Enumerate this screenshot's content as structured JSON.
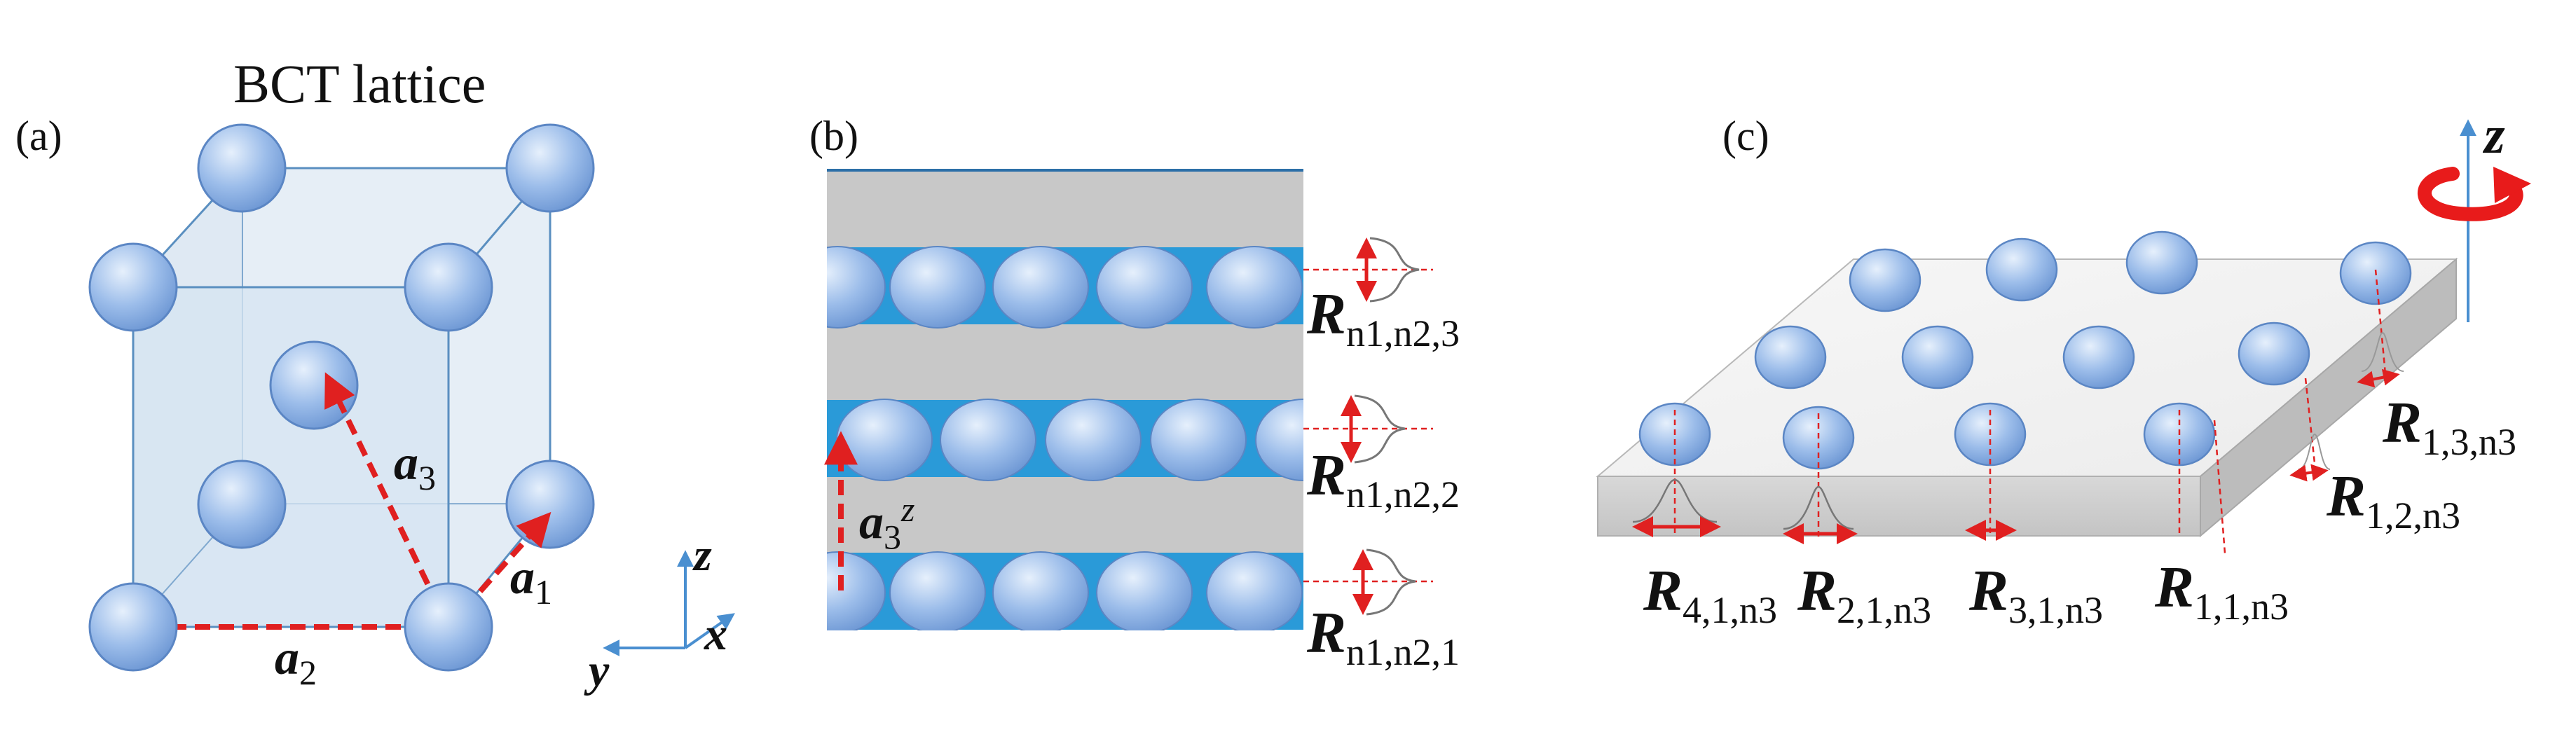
{
  "panels": {
    "a": {
      "letter": "(a)",
      "title": "BCT lattice",
      "vectors": {
        "a1": {
          "base": "a",
          "sub": "1"
        },
        "a2": {
          "base": "a",
          "sub": "2"
        },
        "a3": {
          "base": "a",
          "sub": "3"
        }
      },
      "axes": {
        "z": "z",
        "y": "y",
        "x": "x"
      }
    },
    "b": {
      "letter": "(b)",
      "vector": {
        "base": "a",
        "sub": "3",
        "sup": "z"
      },
      "labels": [
        {
          "base": "R",
          "sub": "n1,n2,3"
        },
        {
          "base": "R",
          "sub": "n1,n2,2"
        },
        {
          "base": "R",
          "sub": "n1,n2,1"
        }
      ]
    },
    "c": {
      "letter": "(c)",
      "axis": "z",
      "labels": [
        {
          "base": "R",
          "sub": "4,1,n3"
        },
        {
          "base": "R",
          "sub": "2,1,n3"
        },
        {
          "base": "R",
          "sub": "3,1,n3"
        },
        {
          "base": "R",
          "sub": "1,1,n3"
        },
        {
          "base": "R",
          "sub": "1,2,n3"
        },
        {
          "base": "R",
          "sub": "1,3,n3"
        }
      ]
    }
  },
  "colors": {
    "sphere": "#8fb3e6",
    "sphere_edge": "#5b86c4",
    "cube_fill": "#e3ecf5",
    "cube_edge": "#5a8fc0",
    "vector": "#e02020",
    "layer_blue": "#2a9ad8",
    "layer_gray": "#c8c8c8",
    "rotation": "#e81b1b",
    "axis": "#4a8fd0"
  }
}
